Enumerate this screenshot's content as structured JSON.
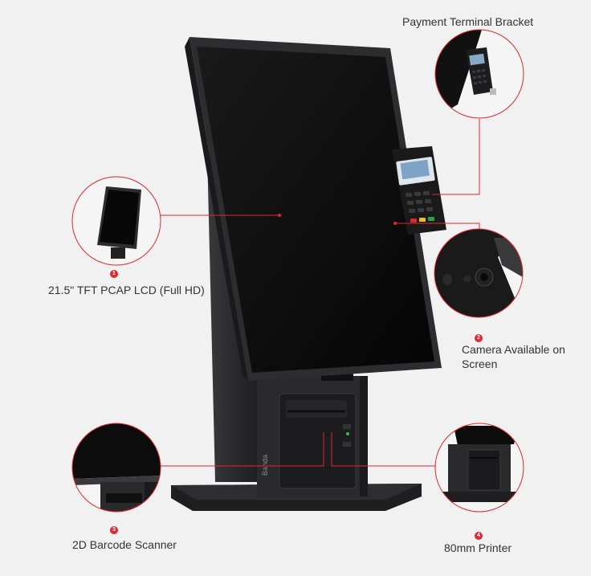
{
  "labels": {
    "payment_terminal": "Payment Terminal Bracket",
    "lcd": "21.5\" TFT PCAP LCD (Full HD)",
    "camera": "Camera Available on Screen",
    "barcode": "2D Barcode Scanner",
    "printer": "80mm Printer"
  },
  "markers": [
    "1",
    "2",
    "3",
    "4"
  ],
  "brand_text": "Banda",
  "colors": {
    "background": "#f1f1f1",
    "accent": "#e0282e",
    "kiosk_body": "#2b2b2d",
    "screen": "#0d0d0d",
    "text": "#333333"
  }
}
